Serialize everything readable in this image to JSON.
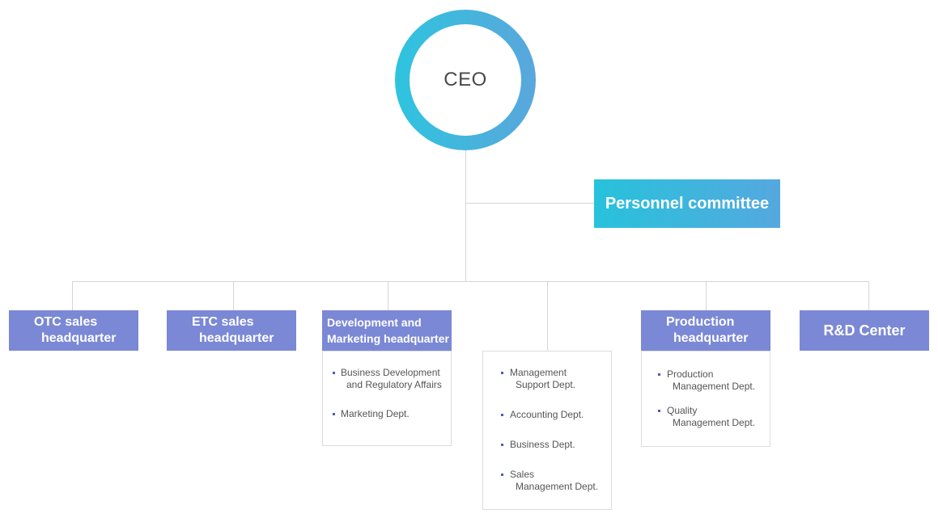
{
  "ceo": {
    "label": "CEO"
  },
  "committee": {
    "label": "Personnel committee"
  },
  "headquarters": [
    {
      "line1": "OTC sales",
      "line2": "headquarter"
    },
    {
      "line1": "ETC sales",
      "line2": "headquarter"
    },
    {
      "line1": "Development and",
      "line2": "Marketing headquarter",
      "items": [
        {
          "line1": "Business Development",
          "line2": "and Regulatory Affairs"
        },
        {
          "line1": "Marketing Dept."
        }
      ]
    },
    {
      "items": [
        {
          "line1": "Management",
          "line2": "Support Dept."
        },
        {
          "line1": "Accounting Dept."
        },
        {
          "line1": "Business Dept."
        },
        {
          "line1": "Sales",
          "line2": "Management Dept."
        }
      ]
    },
    {
      "line1": "Production",
      "line2": "headquarter",
      "items": [
        {
          "line1": "Production",
          "line2": "Management Dept."
        },
        {
          "line1": "Quality",
          "line2": "Management Dept."
        }
      ]
    },
    {
      "line1": "R&D Center"
    }
  ],
  "colors": {
    "ring_start": "#2ec4de",
    "ring_end": "#5aa6dc",
    "committee_start": "#27c2dc",
    "committee_end": "#55a8de",
    "headquarter_box": "#7b88d5",
    "connector": "#d6d6d6",
    "bullet": "#4a5ab8"
  }
}
